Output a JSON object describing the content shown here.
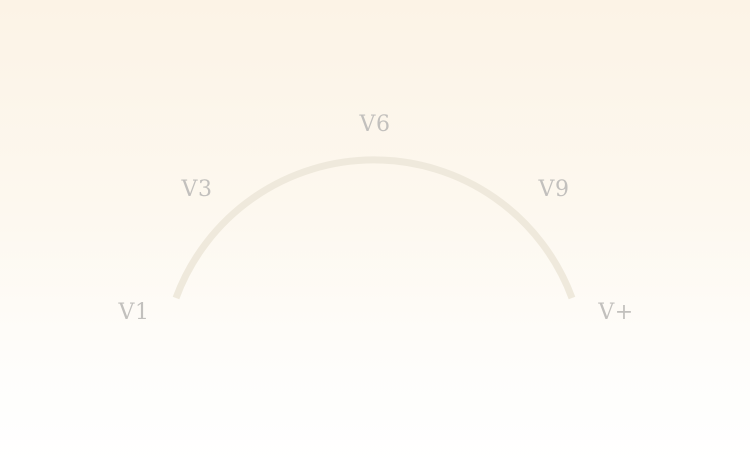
{
  "arc": {
    "track_color": "#efe9dc",
    "label_color": "#c2c0bd",
    "labels": [
      "V1",
      "V3",
      "V6",
      "V9",
      "V+"
    ]
  },
  "background": {
    "top_color": "#fcf3e6",
    "bottom_color": "#ffffff"
  }
}
